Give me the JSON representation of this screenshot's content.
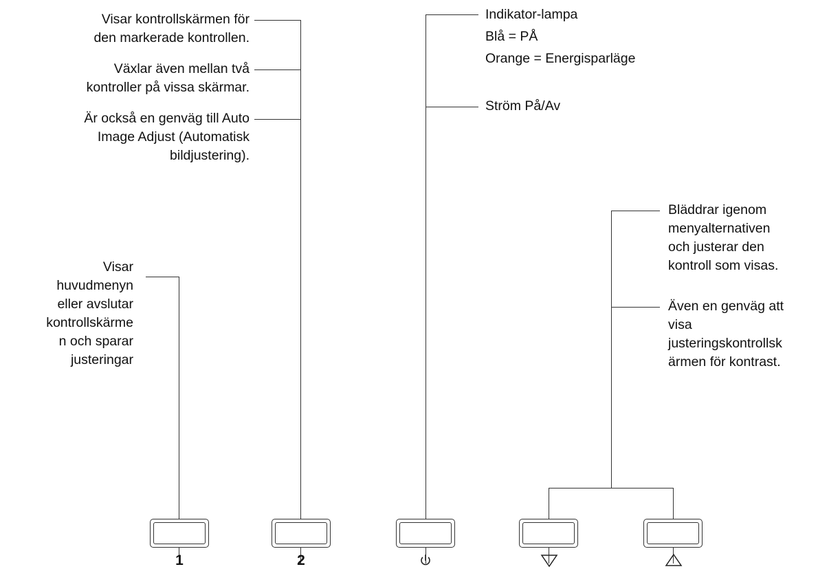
{
  "buttons": [
    {
      "id": "button-1",
      "symbol": "1",
      "icon": "text"
    },
    {
      "id": "button-2",
      "symbol": "2",
      "icon": "text"
    },
    {
      "id": "power-button",
      "symbol": "",
      "icon": "power-icon"
    },
    {
      "id": "down-button",
      "symbol": "",
      "icon": "triangle-down-icon"
    },
    {
      "id": "up-button",
      "symbol": "",
      "icon": "triangle-up-icon"
    }
  ],
  "callouts": {
    "button1": {
      "lines": [
        "Visar",
        "huvudmenyn",
        "eller avslutar",
        "kontrollskärme",
        "n och sparar",
        "justeringar"
      ]
    },
    "button2": [
      {
        "lines": [
          "Visar kontrollskärmen för",
          "den markerade kontrollen."
        ]
      },
      {
        "lines": [
          "Växlar även mellan två",
          "kontroller på vissa skärmar."
        ]
      },
      {
        "lines": [
          "Är också en genväg till Auto",
          "Image Adjust (Automatisk",
          "bildjustering)."
        ]
      }
    ],
    "power": [
      {
        "lines": [
          "Indikator-lampa",
          "Blå = PÅ",
          "Orange = Energisparläge"
        ]
      },
      {
        "lines": [
          "Ström På/Av"
        ]
      }
    ],
    "arrows": [
      {
        "lines": [
          "Bläddrar igenom",
          "menyalternativen",
          "och justerar den",
          "kontroll som visas."
        ]
      },
      {
        "lines": [
          "Även en genväg att",
          "visa",
          "justeringskontrollsk",
          "ärmen för kontrast."
        ]
      }
    ]
  }
}
